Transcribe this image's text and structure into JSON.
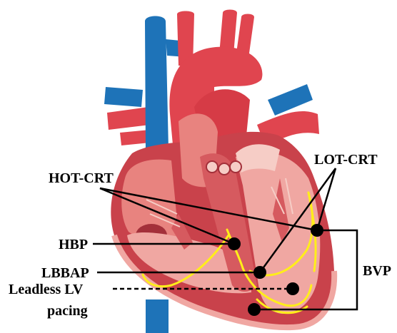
{
  "labels": {
    "hot_crt": "HOT-CRT",
    "lot_crt": "LOT-CRT",
    "hbp": "HBP",
    "lbbap": "LBBAP",
    "leadless_line1": "Leadless LV",
    "leadless_line2": "pacing",
    "bvp": "BVP"
  },
  "colors": {
    "aorta_red": "#e0454f",
    "vein_blue": "#1e73b8",
    "muscle_red": "#c9424b",
    "chamber_pink": "#f0a7a2",
    "chamber_light": "#f6cdc6",
    "conduction_yellow": "#ffee1a",
    "pointer_black": "#000000"
  }
}
